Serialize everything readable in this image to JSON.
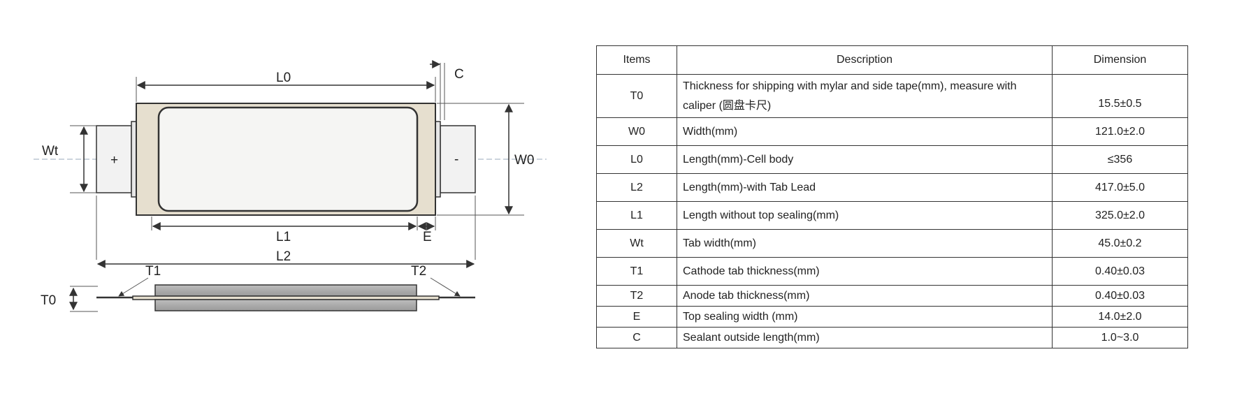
{
  "diagram": {
    "labels": {
      "L0": "L0",
      "C": "C",
      "Wt": "Wt",
      "W0": "W0",
      "L1": "L1",
      "E": "E",
      "L2": "L2",
      "T0": "T0",
      "T1": "T1",
      "T2": "T2",
      "plus": "+",
      "minus": "-"
    }
  },
  "table": {
    "headers": [
      "Items",
      "Description",
      "Dimension"
    ],
    "rows": [
      {
        "item": "T0",
        "description": "Thickness for shipping with mylar and side tape(mm), measure with caliper (圆盘卡尺)",
        "dimension": "15.5±0.5"
      },
      {
        "item": "W0",
        "description": "Width(mm)",
        "dimension": "121.0±2.0"
      },
      {
        "item": "L0",
        "description": "Length(mm)-Cell body",
        "dimension": "≤356"
      },
      {
        "item": "L2",
        "description": "Length(mm)-with Tab Lead",
        "dimension": "417.0±5.0"
      },
      {
        "item": "L1",
        "description": "Length without top sealing(mm)",
        "dimension": "325.0±2.0"
      },
      {
        "item": "Wt",
        "description": "Tab width(mm)",
        "dimension": "45.0±0.2"
      },
      {
        "item": "T1",
        "description": "Cathode tab thickness(mm)",
        "dimension": "0.40±0.03"
      },
      {
        "item": "T2",
        "description": "Anode tab thickness(mm)",
        "dimension": "0.40±0.03"
      },
      {
        "item": "E",
        "description": "Top sealing width (mm)",
        "dimension": "14.0±2.0"
      },
      {
        "item": "C",
        "description": "Sealant outside length(mm)",
        "dimension": "1.0~3.0"
      }
    ]
  }
}
